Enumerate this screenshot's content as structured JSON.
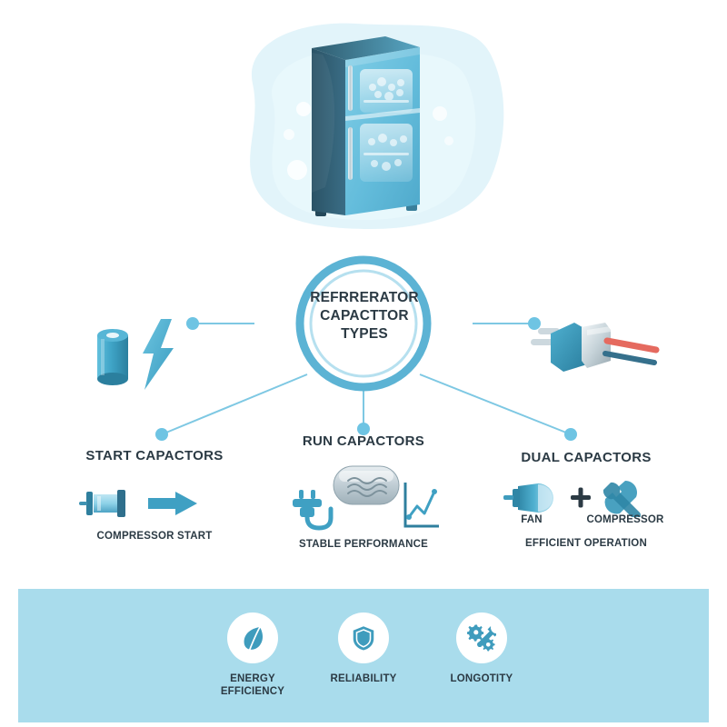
{
  "title": "Refrigerator Capacitor Types Infographic",
  "hero": {
    "icon": "refrigerator-illustration",
    "blob": "background-blob"
  },
  "hub": {
    "label_line1": "REFRRERATOR",
    "label_line2": "CAPACTTOR",
    "label_line3": "TYPES",
    "ring_outer_color": "#5cb3d4",
    "ring_inner_color": "#b6e0ef"
  },
  "side_icons": {
    "left_capacitor": "cylinder-capacitor-icon",
    "left_bolt": "lightning-bolt-icon",
    "right_plug": "plug-connector-icon"
  },
  "branches": [
    {
      "id": "start",
      "title": "START CAPACTORS",
      "subtitle": "COMPRESSOR START",
      "icons": [
        "capacitor-icon",
        "arrow-right-icon"
      ]
    },
    {
      "id": "run",
      "title": "RUN CAPACTORS",
      "subtitle": "STABLE PERFORMANCE",
      "icons": [
        "plug-icon",
        "run-capacitor-icon",
        "line-chart-icon"
      ]
    },
    {
      "id": "dual",
      "title": "DUAL CAPACTORS",
      "subtitle": "EFFICIENT OPERATION",
      "mini_labels": [
        "FAN",
        "COMPRESSOR"
      ],
      "plus": "+",
      "icons": [
        "fan-motor-icon",
        "tools-icon"
      ]
    }
  ],
  "benefits": {
    "bar_color": "#a9dcec",
    "items": [
      {
        "label_line1": "ENERGY",
        "label_line2": "EFFICIENCY",
        "icon": "leaf-icon"
      },
      {
        "label_line1": "RELIABILITY",
        "label_line2": "",
        "icon": "shield-icon"
      },
      {
        "label_line1": "LONGOTITY",
        "label_line2": "",
        "icon": "gear-wrench-icon"
      }
    ]
  },
  "colors": {
    "accent": "#4aa8c9",
    "accent_dark": "#2f7f9e",
    "line": "#7ec8e3",
    "text": "#2b3a44",
    "fridge_dark": "#2f5d72",
    "fridge_light": "#79c9e3"
  }
}
